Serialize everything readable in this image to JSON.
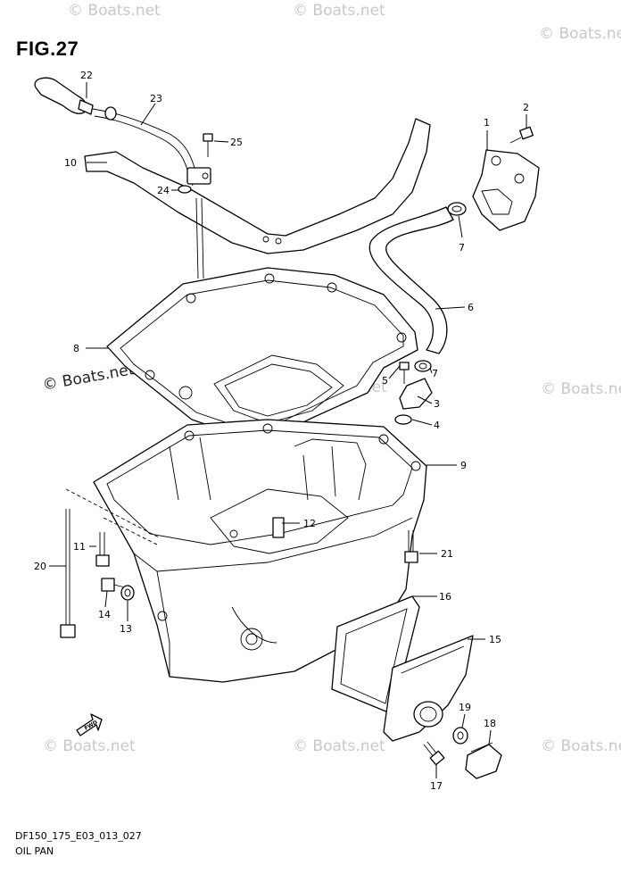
{
  "figure": {
    "title": "FIG.27",
    "code": "DF150_175_E03_013_027",
    "name": "OIL PAN"
  },
  "watermarks": [
    "© Boats.net",
    "© Boats.net",
    "© Boats.net",
    "© Boats.net",
    "© Boats.net",
    "© Boats.net",
    "© Boats.net",
    "© Boats.net",
    "© Boats.net"
  ],
  "fwd_label": "FWD",
  "callouts": [
    "1",
    "2",
    "3",
    "4",
    "5",
    "6",
    "7",
    "7",
    "8",
    "9",
    "10",
    "11",
    "12",
    "13",
    "14",
    "15",
    "16",
    "17",
    "18",
    "19",
    "20",
    "21",
    "22",
    "23",
    "24",
    "25"
  ]
}
